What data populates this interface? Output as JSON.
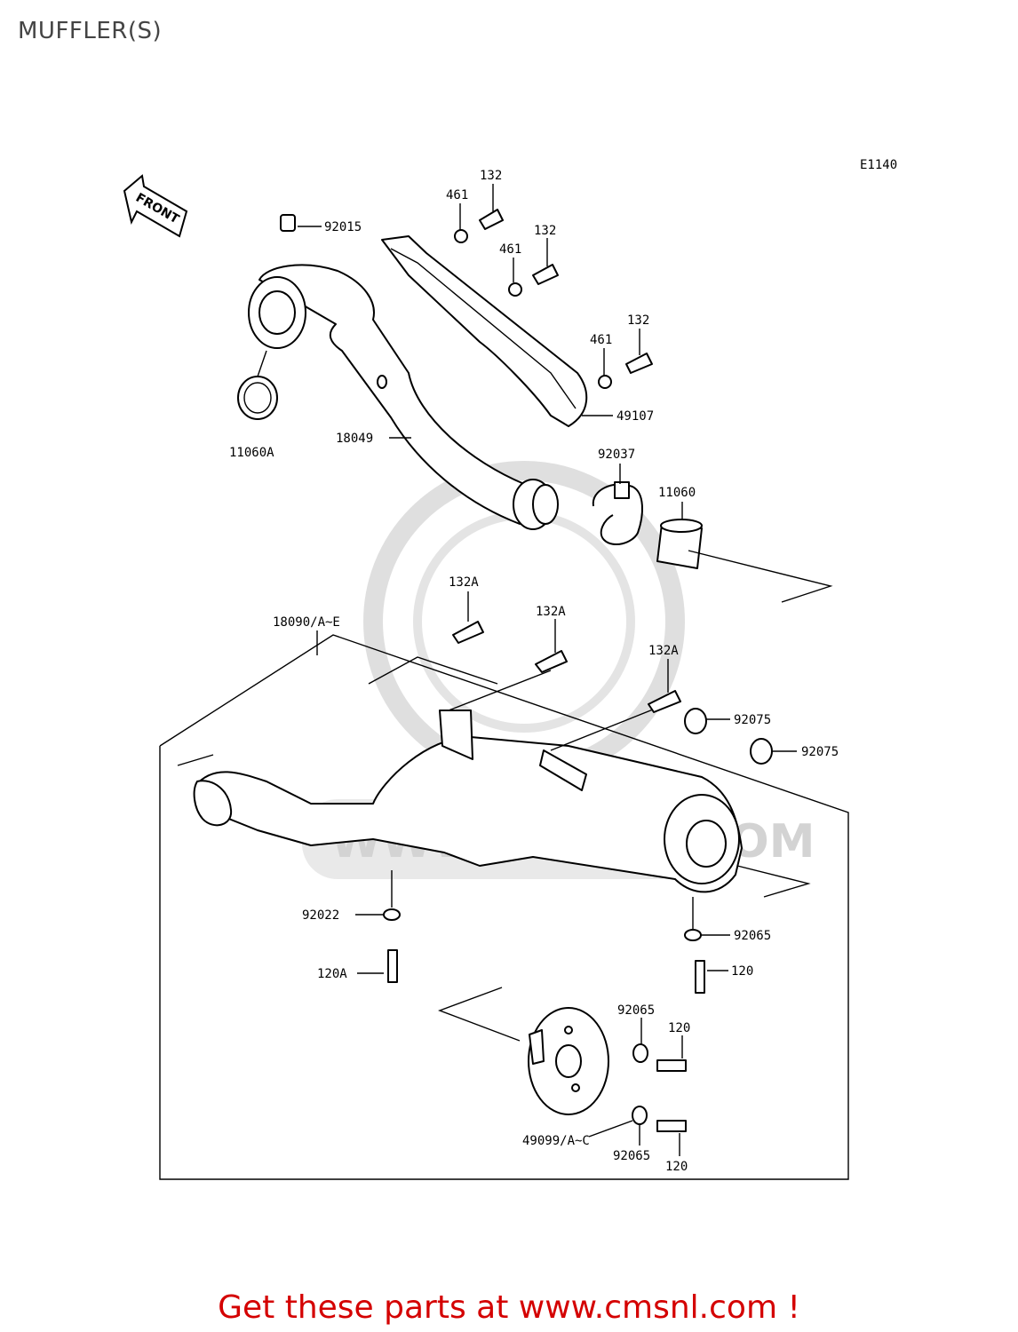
{
  "page": {
    "title": "MUFFLER(S)",
    "cta_prefix": "Get these parts at ",
    "cta_link": "www.cmsnl.com",
    "cta_suffix": " !",
    "watermark": "WWW.CMSNL.COM",
    "front_label": "FRONT",
    "figure_code": "E1140"
  },
  "labels": {
    "l132_1": "132",
    "l461_1": "461",
    "l132_2": "132",
    "l461_2": "461",
    "l132_3": "132",
    "l461_3": "461",
    "l92015": "92015",
    "l49107": "49107",
    "l18049": "18049",
    "l11060A": "11060A",
    "l92037": "92037",
    "l11060": "11060",
    "l132A_1": "132A",
    "l132A_2": "132A",
    "l132A_3": "132A",
    "l18090": "18090/A~E",
    "l92075_1": "92075",
    "l92075_2": "92075",
    "l92022": "92022",
    "l120A": "120A",
    "l92065_1": "92065",
    "l120_1": "120",
    "l92065_2": "92065",
    "l120_2": "120",
    "l49099": "49099/A~C",
    "l92065_3": "92065",
    "l120_3": "120"
  }
}
